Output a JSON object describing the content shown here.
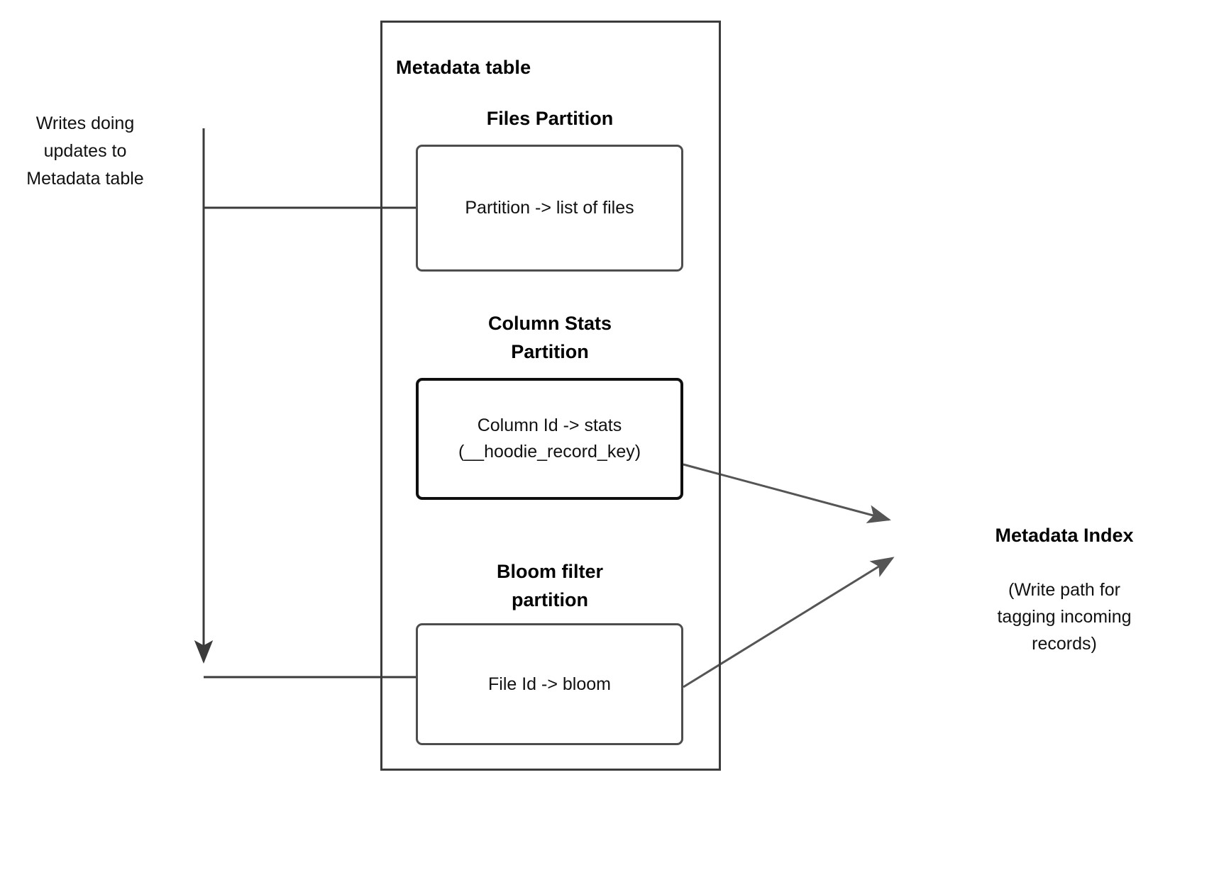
{
  "diagram": {
    "title": "Metadata table",
    "left_caption": "Writes doing\nupdates to\nMetadata table",
    "sections": [
      {
        "heading": "Files Partition",
        "box_text": "Partition -> list of files"
      },
      {
        "heading": "Column Stats\nPartition",
        "box_text": "Column Id  -> stats\n(__hoodie_record_key)"
      },
      {
        "heading": "Bloom filter\npartition",
        "box_text": "File Id -> bloom"
      }
    ],
    "right": {
      "title": "Metadata Index",
      "subtitle": "(Write path for\ntagging incoming\nrecords)"
    },
    "colors": {
      "stroke_dark": "#3b3b3b",
      "stroke_medium": "#4d4d4d",
      "stroke_black": "#0f0f0f",
      "arrow": "#555555",
      "text": "#111111",
      "background": "#ffffff"
    }
  }
}
